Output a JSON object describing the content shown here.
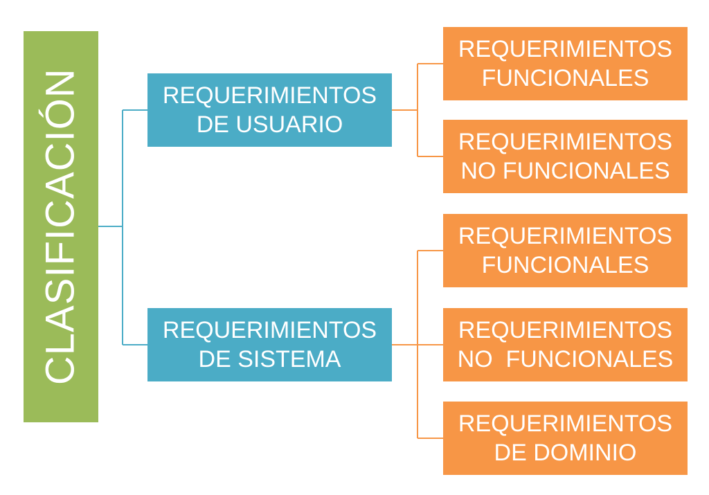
{
  "diagram": {
    "root": {
      "label": "CLASIFICACIÓN",
      "color": "#9bbb59"
    },
    "branches": [
      {
        "lines": [
          "REQUERIMIENTOS",
          "DE USUARIO"
        ],
        "color": "#4bacc6",
        "children": [
          {
            "lines": [
              "REQUERIMIENTOS",
              "FUNCIONALES"
            ]
          },
          {
            "lines": [
              "REQUERIMIENTOS",
              "NO FUNCIONALES"
            ]
          }
        ]
      },
      {
        "lines": [
          "REQUERIMIENTOS",
          "DE SISTEMA"
        ],
        "color": "#4bacc6",
        "children": [
          {
            "lines": [
              "REQUERIMIENTOS",
              "FUNCIONALES"
            ]
          },
          {
            "lines": [
              "REQUERIMIENTOS",
              "NO  FUNCIONALES"
            ]
          },
          {
            "lines": [
              "REQUERIMIENTOS",
              "DE DOMINIO"
            ]
          }
        ]
      }
    ],
    "leaf_color": "#f79646",
    "connector_colors": {
      "root": "#4bacc6",
      "leaf": "#f79646"
    }
  }
}
